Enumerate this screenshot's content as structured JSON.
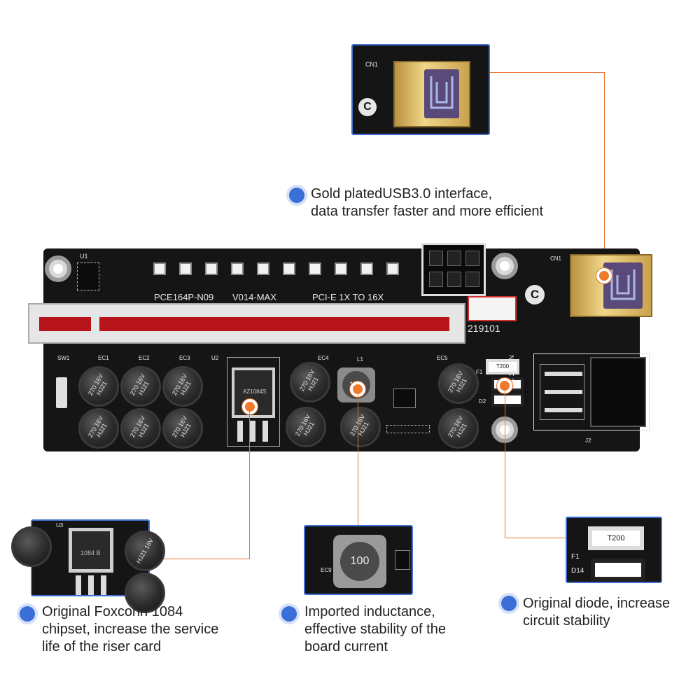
{
  "board": {
    "model": "PCE164P-N09",
    "version": "V014-MAX",
    "pcie": "PCI-E 1X TO 16X",
    "power_label": "DC 12V IN",
    "silk_cn1": "CN1",
    "silk_u1": "U1",
    "silk_u2": "U2",
    "silk_sw1": "SW1",
    "silk_l1": "L1",
    "silk_j2": "J2",
    "silk_f1": "F1",
    "silk_d2": "D2",
    "silk_ec": [
      "EC1",
      "EC2",
      "EC3",
      "EC4",
      "EC5"
    ],
    "cap_text": "270 16V HJ21",
    "inductor_text": "100",
    "fuse_text": "T200",
    "regulator_text": "AZ1084S",
    "serial": "219101"
  },
  "callouts": {
    "usb": {
      "line1": "Gold platedUSB3.0 interface,",
      "line2": "data transfer faster and more efficient",
      "silk": "CN1"
    },
    "chipset": {
      "line1": "Original Foxconn 1084",
      "line2": "chipset, increase the service",
      "line3": "life of the riser card",
      "silk_u3": "U3",
      "chip_text": "1084 B",
      "cap_text": "HJ21 16V"
    },
    "inductance": {
      "line1": "Imported inductance,",
      "line2": "effective stability of the",
      "line3": "board current",
      "inductor_text": "100",
      "silk": "EC9"
    },
    "diode": {
      "line1": "Original diode, increase",
      "line2": "circuit stability",
      "fuse_text": "T200",
      "silk_f1": "F1",
      "silk_d14": "D14"
    }
  },
  "colors": {
    "accent_blue": "#3a6fd8",
    "pointer_orange": "#f07a2a",
    "pcb": "#151515",
    "slot_red": "#b8141c",
    "gold": "#d9b25a"
  }
}
